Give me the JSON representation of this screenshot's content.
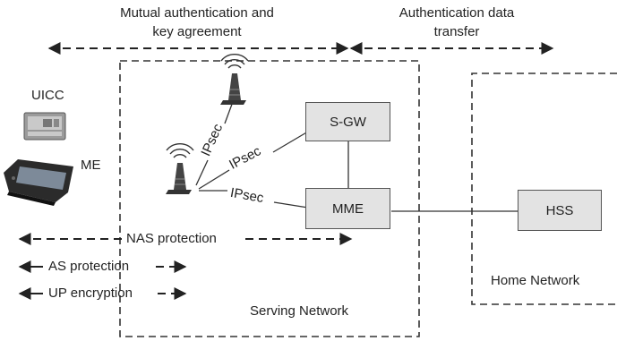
{
  "top": {
    "mutual_line1": "Mutual authentication and",
    "mutual_line2": "key agreement",
    "auth_line1": "Authentication data",
    "auth_line2": "transfer"
  },
  "devices": {
    "uicc": "UICC",
    "me": "ME"
  },
  "nodes": {
    "sgw": "S-GW",
    "mme": "MME",
    "hss": "HSS"
  },
  "links": {
    "ipsec_1": "IPsec",
    "ipsec_2": "IPsec",
    "ipsec_3": "IPsec"
  },
  "protections": {
    "nas": "NAS protection",
    "as": "AS protection",
    "up": "UP encryption"
  },
  "regions": {
    "serving": "Serving Network",
    "home": "Home Network"
  }
}
